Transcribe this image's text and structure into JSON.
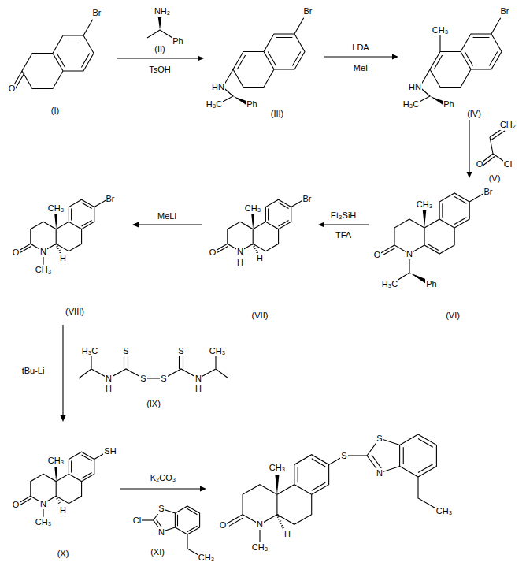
{
  "diagram": {
    "labels": [
      "Br",
      "O",
      "(I)",
      "NH₂",
      "Ph",
      "(II)",
      "TsOH",
      "Br",
      "HN",
      "H₃C",
      "Ph",
      "(III)",
      "LDA",
      "MeI",
      "CH₃",
      "Br",
      "HN",
      "H₃C",
      "Ph",
      "(IV)",
      "CH₂",
      "O",
      "Cl",
      "(V)",
      "CH₃",
      "Br",
      "O",
      "N",
      "H₃C",
      "Ph",
      "(VI)",
      "Et₃SiH",
      "TFA",
      "CH₃",
      "Br",
      "O",
      "N",
      "H",
      "H",
      "(VII)",
      "MeLi",
      "CH₃",
      "Br",
      "O",
      "N",
      "H",
      "CH₃",
      "(VIII)",
      "tBu-Li",
      "H₃C",
      "S",
      "N",
      "H",
      "S",
      "S",
      "S",
      "N",
      "H",
      "CH₃",
      "(IX)",
      "CH₃",
      "SH",
      "O",
      "N",
      "H",
      "CH₃",
      "(X)",
      "K₂CO₃",
      "Cl",
      "S",
      "N",
      "CH₃",
      "(XI)",
      "CH₃",
      "S",
      "S",
      "N",
      "O",
      "N",
      "H",
      "CH₃",
      "CH₃"
    ]
  }
}
